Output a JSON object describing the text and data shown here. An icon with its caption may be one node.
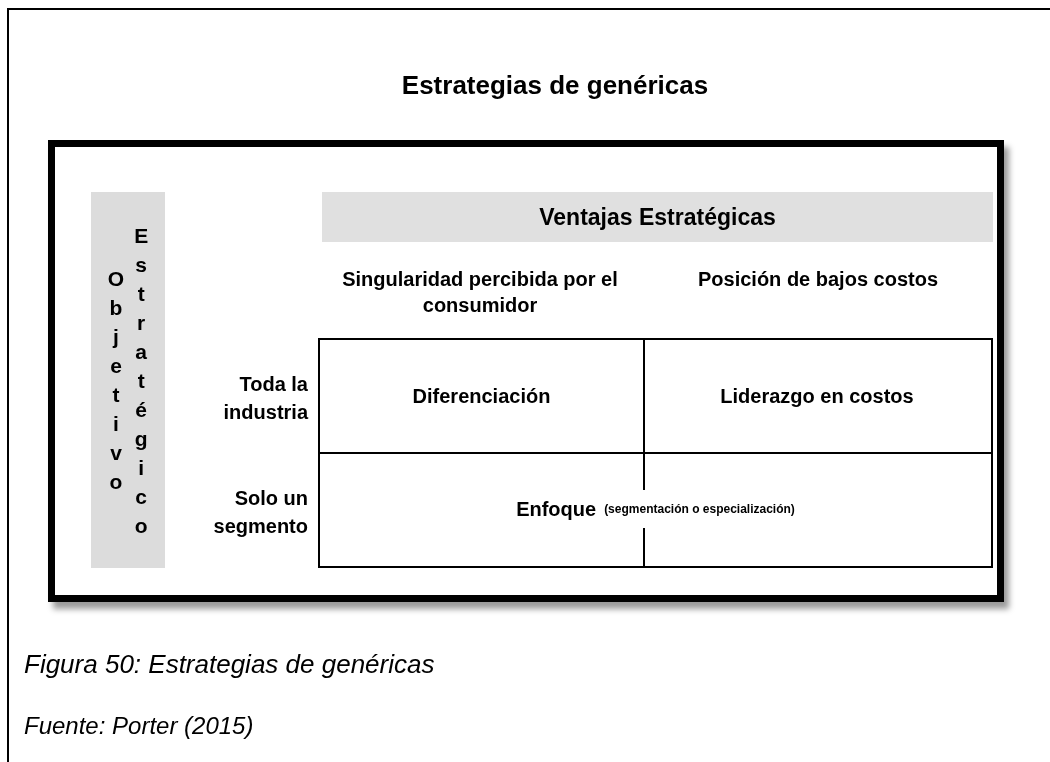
{
  "diagram": {
    "title": "Estrategias de genéricas",
    "caption": "Figura 50: Estrategias de genéricas",
    "nodes": [
      {
        "text": [
          "Objetivo",
          "Estratégico"
        ]
      },
      {
        "text": [
          "Ventajas Estratégicas"
        ]
      },
      {
        "text": [
          "Diferenciación"
        ]
      },
      {
        "text": [
          "Liderazgo en costos"
        ]
      },
      {
        "text": [
          "Enfoque",
          "(segmentación o especialización)"
        ]
      }
    ],
    "edges": [],
    "labels": [
      "Singularidad percibida por el consumidor",
      "Posición de bajos costos",
      "Toda la industria",
      "Solo un segmento",
      "Fuente: Porter (2015)"
    ]
  }
}
